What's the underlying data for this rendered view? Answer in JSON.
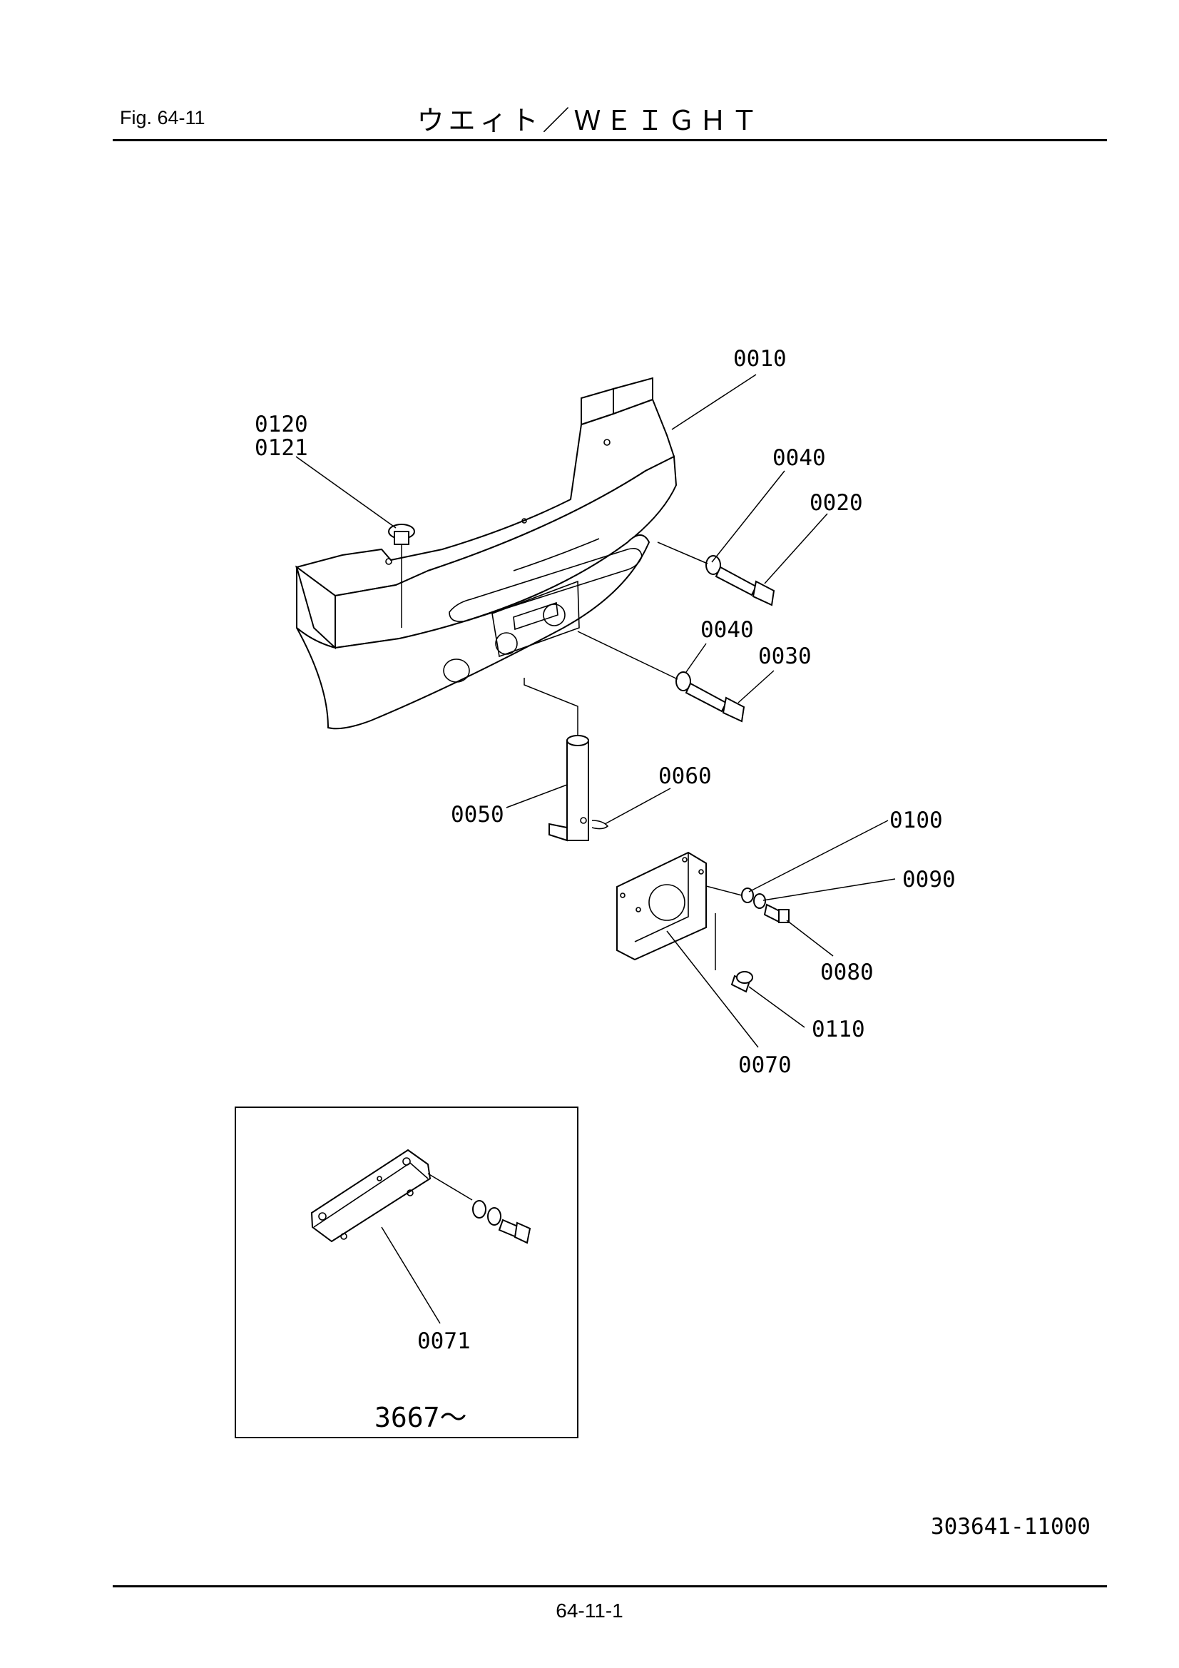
{
  "header": {
    "figure_label": "Fig.  64-11",
    "title": "ウエィト／ＷＥＩＧＨＴ"
  },
  "callouts": {
    "c0010": "0010",
    "c0120": "0120",
    "c0121": "0121",
    "c0040a": "0040",
    "c0020": "0020",
    "c0040b": "0040",
    "c0030": "0030",
    "c0060": "0060",
    "c0050": "0050",
    "c0100": "0100",
    "c0090": "0090",
    "c0080": "0080",
    "c0110": "0110",
    "c0070": "0070"
  },
  "inset": {
    "callout": "0071",
    "serial_note": "3667～"
  },
  "footer": {
    "drawing_number": "303641-11000",
    "page_number": "64-11-1"
  }
}
